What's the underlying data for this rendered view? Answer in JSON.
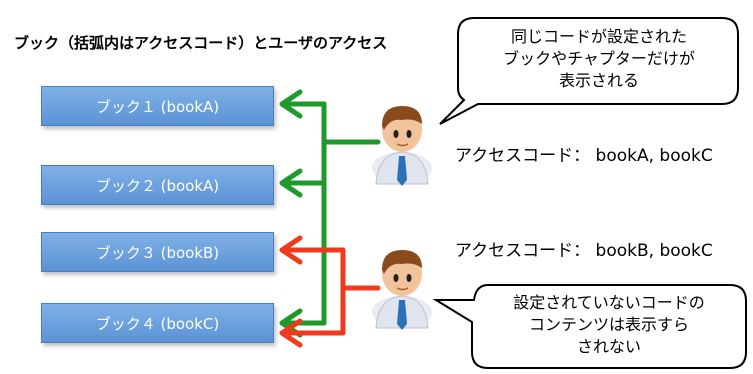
{
  "title": "ブック（括弧内はアクセスコード）とユーザのアクセス",
  "books": [
    {
      "label": "ブック１ (bookA)"
    },
    {
      "label": "ブック２ (bookA)"
    },
    {
      "label": "ブック３ (bookB)"
    },
    {
      "label": "ブック４ (bookC)"
    }
  ],
  "users": [
    {
      "access_code": "アクセスコード： bookA, bookC"
    },
    {
      "access_code": "アクセスコード： bookB, bookC"
    }
  ],
  "callouts": {
    "top": [
      "同じコードが設定された",
      "ブックやチャプターだけが",
      "表示される"
    ],
    "bottom": [
      "設定されていないコードの",
      "コンテンツは表示すら",
      "されない"
    ]
  },
  "colors": {
    "green_arrow": "#1f9a2a",
    "red_arrow": "#f03a1e",
    "book_fill": "#6fa3df"
  }
}
